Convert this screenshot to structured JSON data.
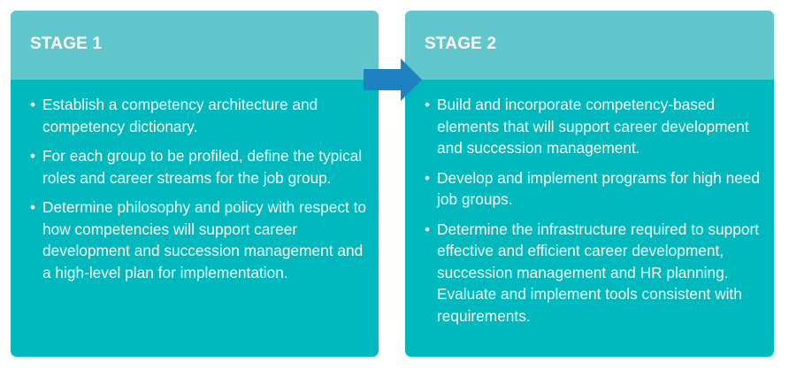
{
  "colors": {
    "header_bg": "#62c6cd",
    "body_bg": "#00b9bf",
    "arrow": "#1f82c0",
    "text": "#ffffff"
  },
  "stages": [
    {
      "title": "STAGE 1",
      "bullet_icon": "•",
      "items": [
        "Establish a competency architecture and competency dictionary.",
        "For each group to be profiled, define the typical roles and career streams for the job group.",
        "Determine philosophy and policy with respect to how competencies will support career development and succession management and a high-level plan for implementation."
      ]
    },
    {
      "title": "STAGE 2",
      "bullet_icon": "•",
      "items": [
        "Build and incorporate competency-based elements that will support career development and succession management.",
        "Develop and implement programs for high need job groups.",
        "Determine the infrastructure required to support effective and efficient career development, succession management and HR planning. Evaluate and implement tools consistent with requirements."
      ]
    }
  ],
  "connector": {
    "icon": "arrow-right-icon"
  }
}
